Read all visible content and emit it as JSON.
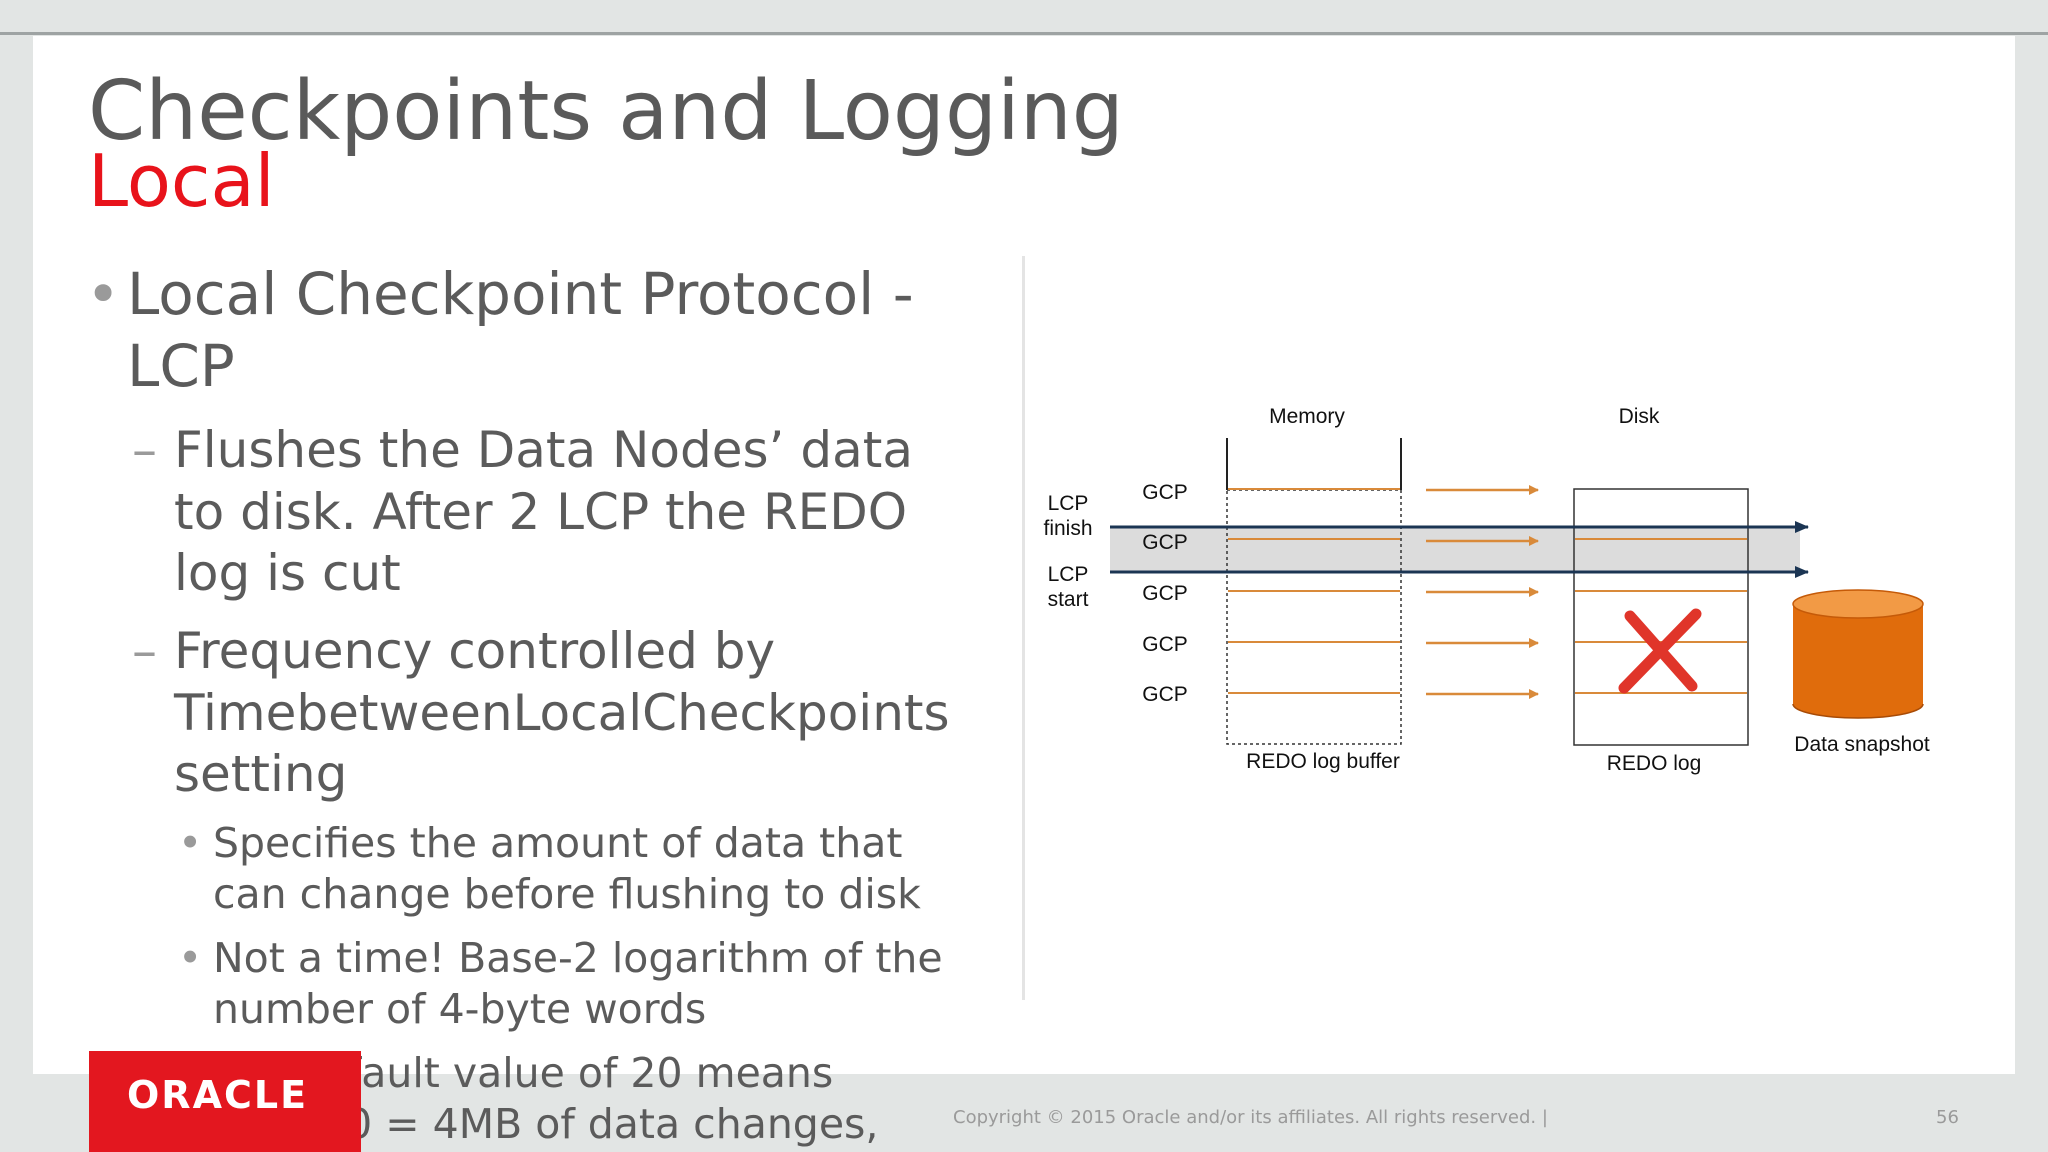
{
  "slide": {
    "title": "Checkpoints and Logging",
    "subtitle": "Local",
    "bullets": {
      "b1_line1": "Local Checkpoint Protocol -",
      "b1_line2": "LCP",
      "dash": "–",
      "dot": "•",
      "b2_line1": "Flushes the Data Nodes’ data",
      "b2_line2": "to disk. After 2 LCP the REDO",
      "b2_line3": "log is cut",
      "b3_line1": "Frequency controlled by",
      "b3_line2": "TimebetweenLocalCheckpoints",
      "b3_line3": "setting",
      "b4_line1": "Specifies the amount of data that",
      "b4_line2": "can change before flushing to disk",
      "b5_line1": "Not a time! Base-2 logarithm of the",
      "b5_line2": "number of 4-byte words",
      "b6_line1": "Ex: Default value of 20 means",
      "b6_line2": "4*2^20 = 4MB of data changes,"
    }
  },
  "diagram": {
    "memory_label": "Memory",
    "disk_label": "Disk",
    "lcp_finish_line1": "LCP",
    "lcp_finish_line2": "finish",
    "lcp_start_line1": "LCP",
    "lcp_start_line2": "start",
    "gcp_labels": [
      "GCP",
      "GCP",
      "GCP",
      "GCP",
      "GCP"
    ],
    "redo_log_buffer": "REDO log buffer",
    "redo_log": "REDO log",
    "data_snapshot": "Data snapshot",
    "colors": {
      "arrow_orange": "#d98a3a",
      "lcp_arrow": "#1b3553",
      "cylinder": "#e06c0c",
      "cross": "#e0352a",
      "band": "#dcdcdc"
    }
  },
  "footer": {
    "logo": "ORACLE",
    "copyright": "Copyright © 2015 Oracle and/or its affiliates. All rights reserved.  |",
    "page_number": "56"
  }
}
